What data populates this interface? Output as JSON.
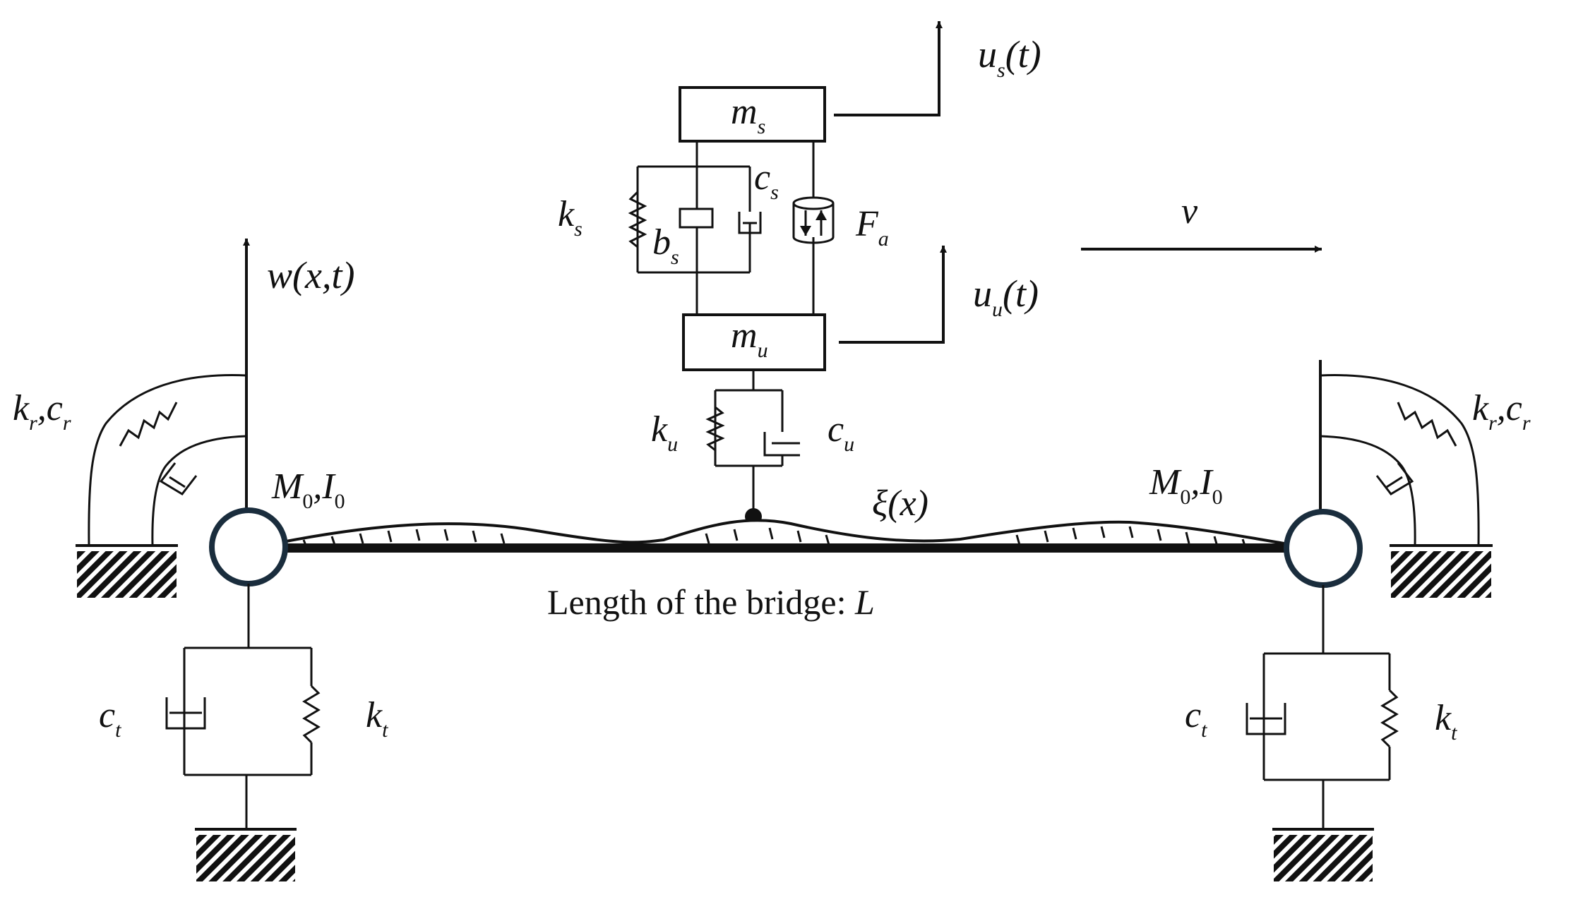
{
  "labels": {
    "us": {
      "main": "u",
      "sub": "s",
      "arg": "(t)"
    },
    "ms": {
      "main": "m",
      "sub": "s"
    },
    "ks": {
      "main": "k",
      "sub": "s"
    },
    "cs": {
      "main": "c",
      "sub": "s"
    },
    "bs": {
      "main": "b",
      "sub": "s"
    },
    "Fa": {
      "main": "F",
      "sub": "a"
    },
    "v": "v",
    "uu": {
      "main": "u",
      "sub": "u",
      "arg": "(t)"
    },
    "mu": {
      "main": "m",
      "sub": "u"
    },
    "ku": {
      "main": "k",
      "sub": "u"
    },
    "cu": {
      "main": "c",
      "sub": "u"
    },
    "w": {
      "main": "w",
      "arg": "(x,t)"
    },
    "xi": {
      "main": "ξ",
      "arg": "(x)"
    },
    "kr_left": {
      "k": "k",
      "ksub": "r",
      "sep": ",",
      "c": "c",
      "csub": "r"
    },
    "kr_right": {
      "k": "k",
      "ksub": "r",
      "sep": ",",
      "c": "c",
      "csub": "r"
    },
    "M0I0_left": {
      "M": "M",
      "Msub": "0",
      "sep": ",",
      "I": "I",
      "Isub": "0"
    },
    "M0I0_right": {
      "M": "M",
      "Msub": "0",
      "sep": ",",
      "I": "I",
      "Isub": "0"
    },
    "ct_left": {
      "main": "c",
      "sub": "t"
    },
    "kt_left": {
      "main": "k",
      "sub": "t"
    },
    "ct_right": {
      "main": "c",
      "sub": "t"
    },
    "kt_right": {
      "main": "k",
      "sub": "t"
    },
    "bridge_length": {
      "text": "Length of the bridge: ",
      "sym": "L"
    }
  }
}
